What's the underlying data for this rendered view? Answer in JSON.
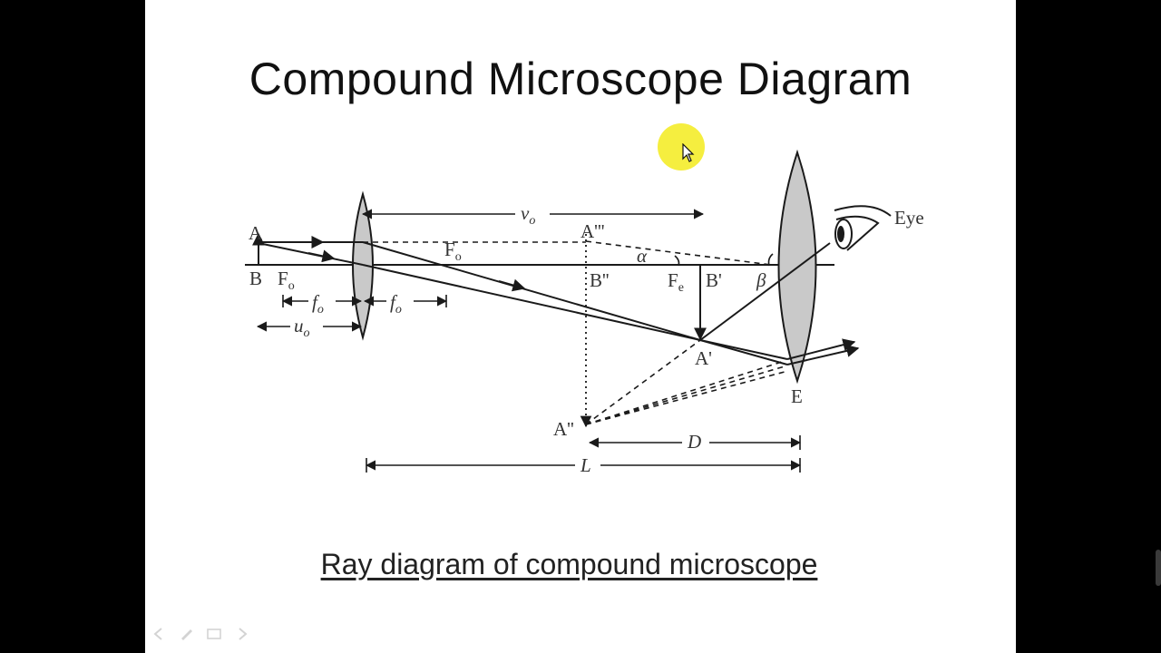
{
  "slide": {
    "title": "Compound Microscope Diagram",
    "caption": "Ray diagram of compound microscope"
  },
  "diagram": {
    "labels": {
      "A": "A",
      "B": "B",
      "F": "F",
      "o": "o",
      "e": "e",
      "f": "f",
      "u": "u",
      "v": "v",
      "A_triple_prime": "A'''",
      "B_double_prime": "B''",
      "B_prime": "B'",
      "A_prime": "A'",
      "A_double_prime": "A''",
      "E": "E",
      "D": "D",
      "L": "L",
      "alpha": "α",
      "beta": "β",
      "eye": "Eye"
    }
  },
  "icons": [
    "mouse-pointer-icon",
    "eye-icon",
    "prev-slide-icon",
    "pen-icon",
    "menu-icon",
    "next-slide-icon"
  ],
  "colors": {
    "background": "#000000",
    "slide": "#ffffff",
    "lens_fill": "#c9c9c9",
    "line": "#1a1a1a",
    "highlight": "#f4ec2a"
  }
}
